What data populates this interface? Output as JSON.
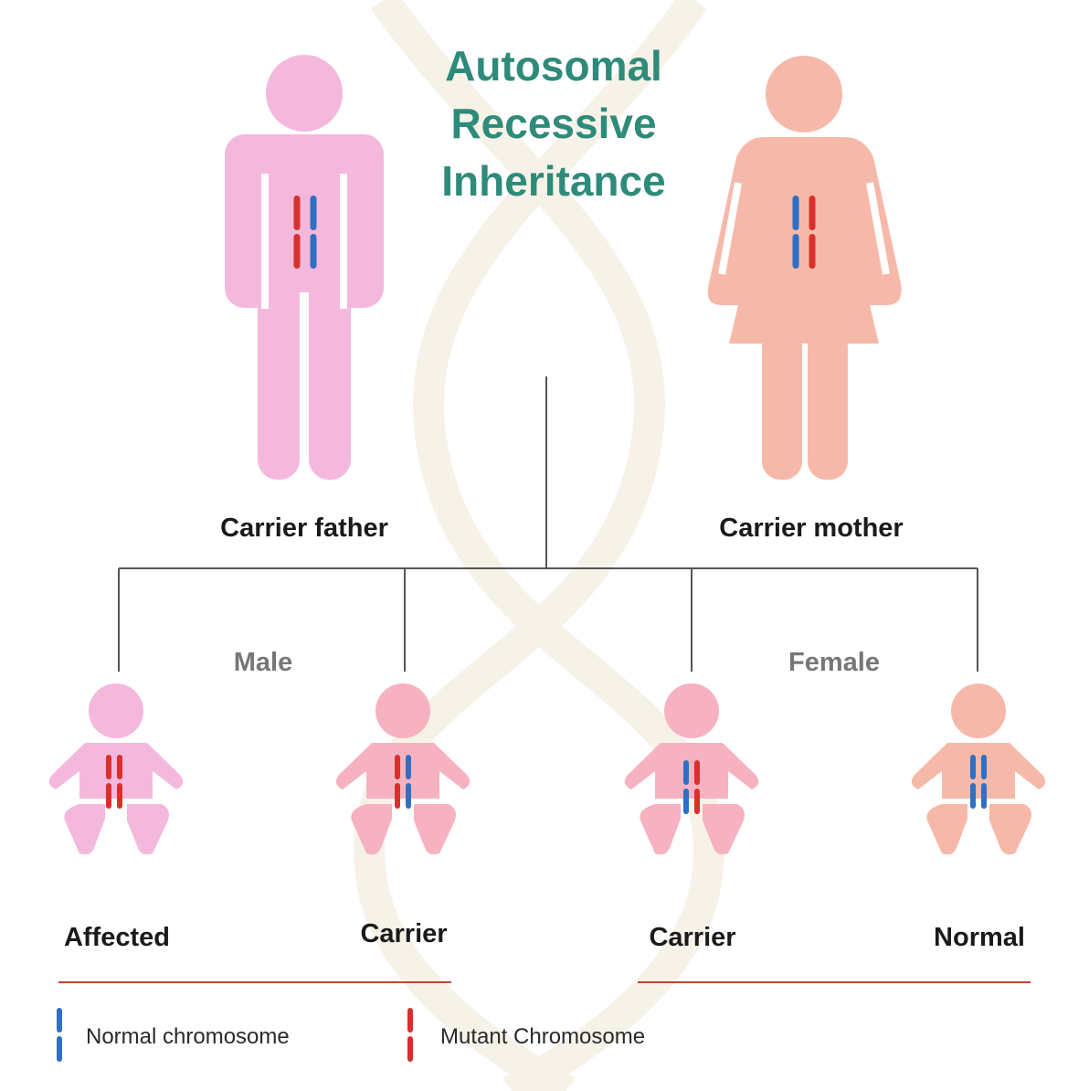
{
  "title": {
    "line1": "Autosomal",
    "line2": "Recessive",
    "line3": "Inheritance"
  },
  "parents": {
    "father": {
      "label": "Carrier father",
      "chromosomes": [
        "mutant",
        "normal"
      ]
    },
    "mother": {
      "label": "Carrier mother",
      "chromosomes": [
        "normal",
        "mutant"
      ]
    }
  },
  "groups": {
    "male": "Male",
    "female": "Female"
  },
  "children": [
    {
      "label": "Affected",
      "chromosomes": [
        "mutant",
        "mutant"
      ]
    },
    {
      "label": "Carrier",
      "chromosomes": [
        "mutant",
        "normal"
      ]
    },
    {
      "label": "Carrier",
      "chromosomes": [
        "normal",
        "mutant"
      ]
    },
    {
      "label": "Normal",
      "chromosomes": [
        "normal",
        "normal"
      ]
    }
  ],
  "legend": {
    "normal": "Normal chromosome",
    "mutant": "Mutant Chromosome"
  },
  "colors": {
    "title": "#2e8b7a",
    "father": "#f4b8dd",
    "mother": "#f6b9a9",
    "normal_chromosome": "#2f6fc4",
    "mutant_chromosome": "#d8312b",
    "divider": "#c0452f",
    "tree_line": "#555555"
  },
  "icons": {
    "father": "male-figure-icon",
    "mother": "female-figure-icon",
    "child": "baby-figure-icon"
  }
}
